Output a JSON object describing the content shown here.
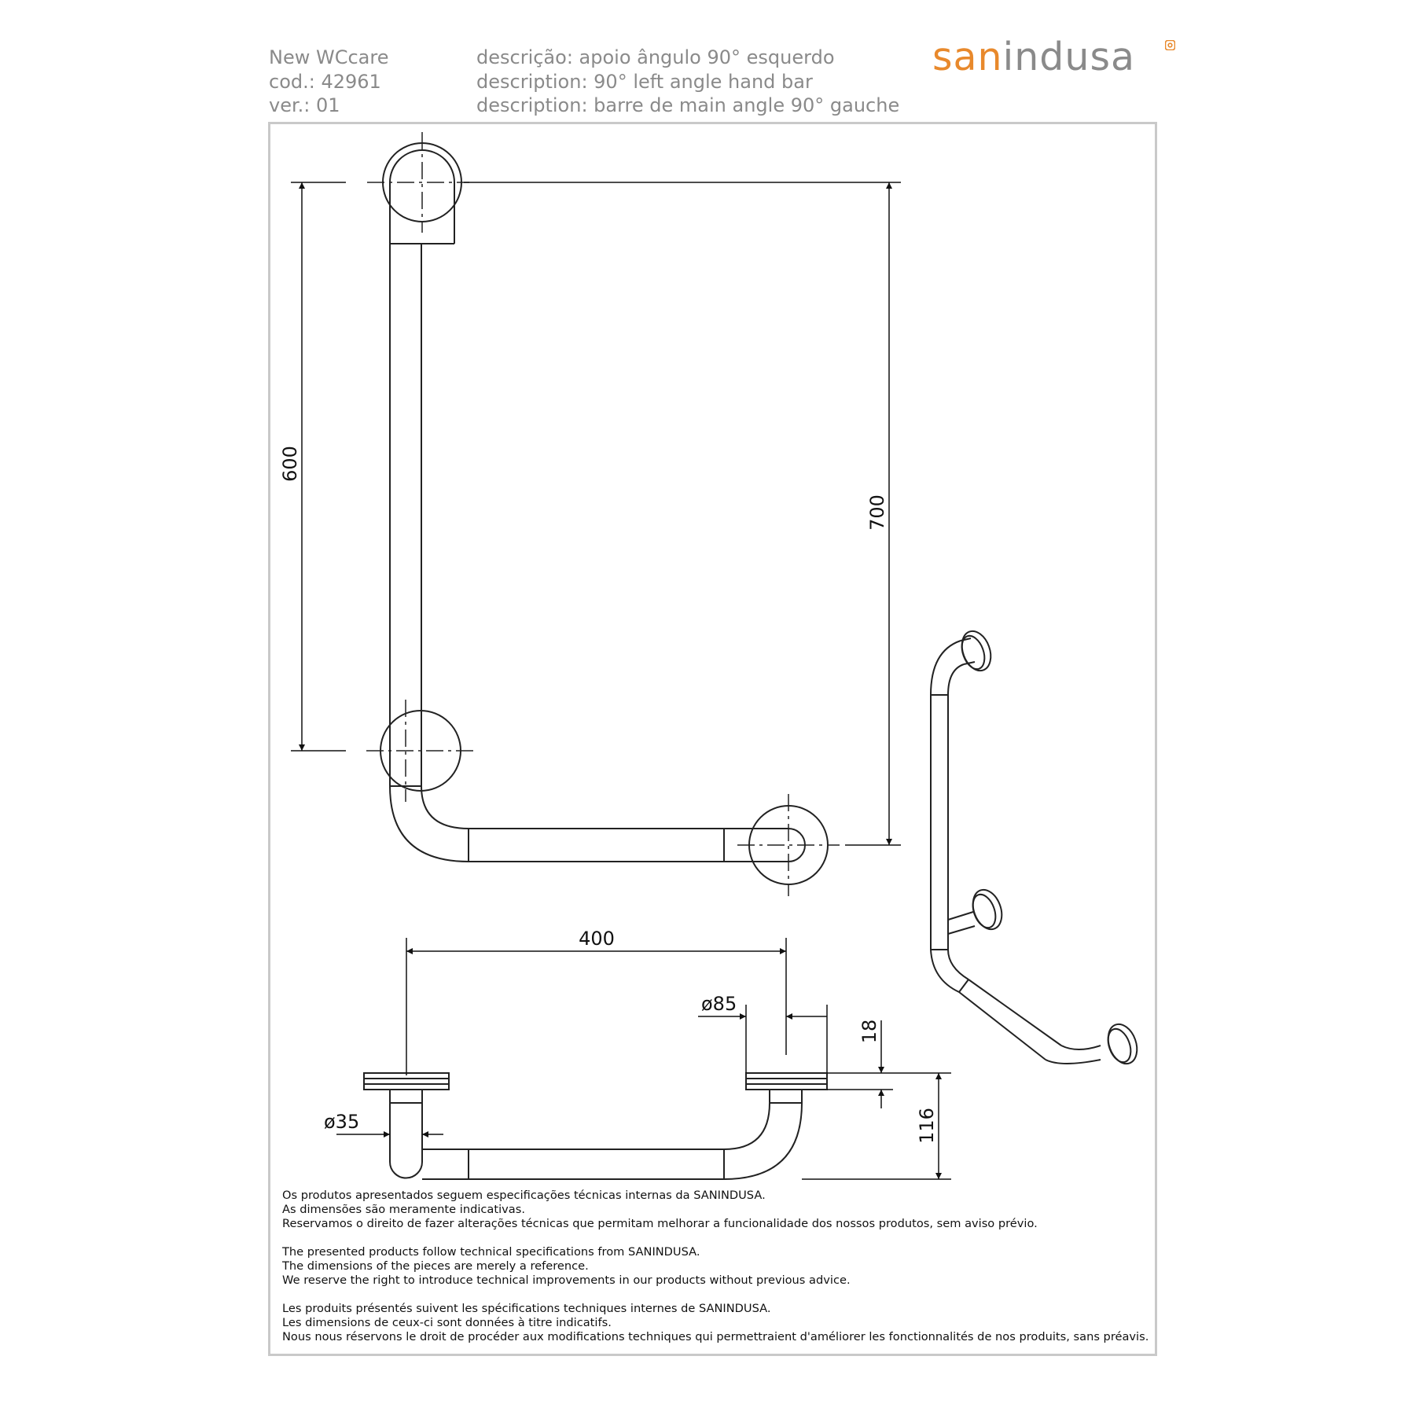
{
  "header": {
    "product": "New WCcare",
    "code": "cod.: 42961",
    "version": "ver.: 01",
    "desc_pt": "descrição: apoio ângulo 90° esquerdo",
    "desc_en": "description: 90° left angle hand bar",
    "desc_fr": "description: barre de main angle 90° gauche"
  },
  "logo": {
    "part1": "san",
    "part2": "indusa",
    "accent_color": "#e8892c",
    "gray_color": "#8a8a8a"
  },
  "dimensions": {
    "height_600": "600",
    "height_700": "700",
    "width_400": "400",
    "diameter_85": "ø85",
    "diameter_35": "ø35",
    "depth_18": "18",
    "depth_116": "116"
  },
  "notes": {
    "pt": [
      "Os produtos apresentados seguem especificações técnicas internas da SANINDUSA.",
      "As dimensões são meramente indicativas.",
      "Reservamos o direito de fazer alterações técnicas que permitam melhorar a funcionalidade dos nossos produtos, sem aviso prévio."
    ],
    "en": [
      "The presented products follow technical specifications from SANINDUSA.",
      "The dimensions of the pieces are merely a reference.",
      "We reserve the right to introduce technical improvements in our products without previous advice."
    ],
    "fr": [
      "Les produits présentés suivent les spécifications techniques internes de SANINDUSA.",
      "Les dimensions de ceux-ci sont données à titre indicatifs.",
      "Nous nous réservons le droit de procéder aux modifications techniques qui permettraient d'améliorer les fonctionnalités de nos produits, sans préavis."
    ]
  }
}
